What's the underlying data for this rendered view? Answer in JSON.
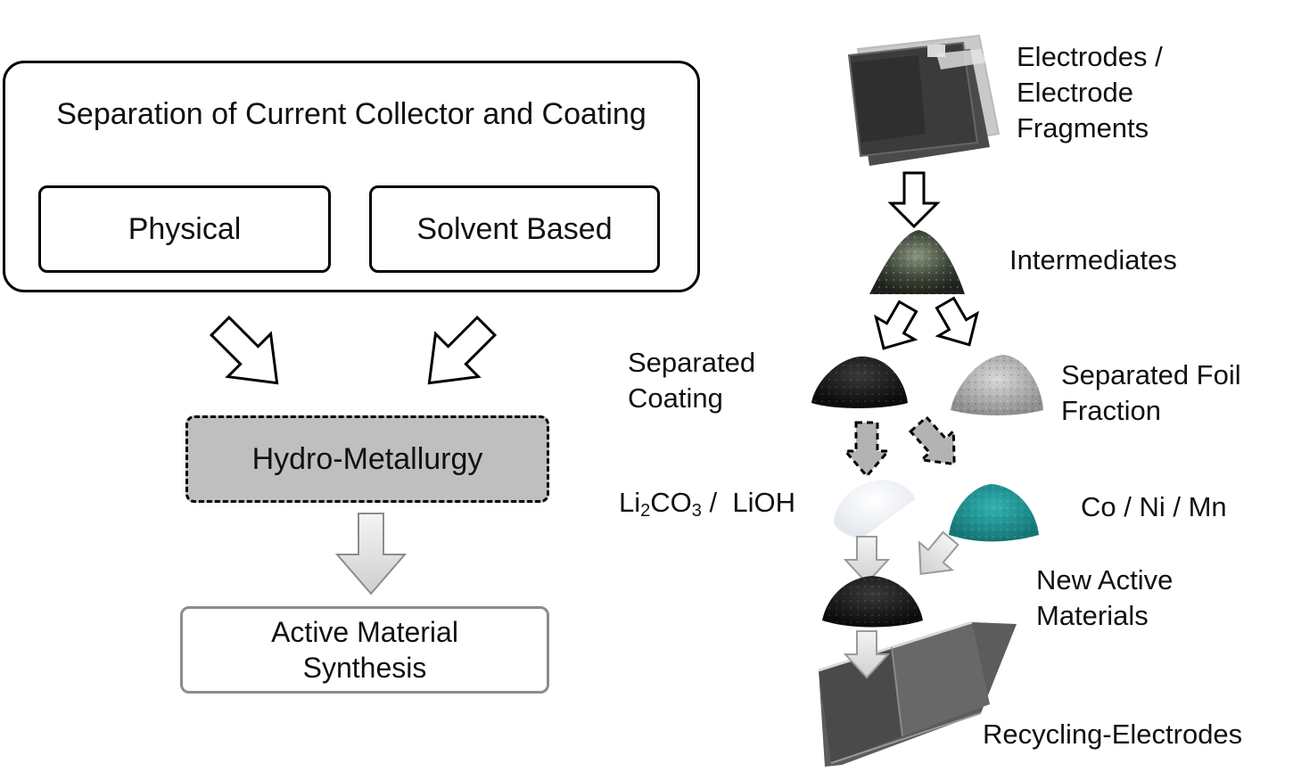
{
  "left": {
    "outer_title": "Separation of Current Collector and Coating",
    "physical": "Physical",
    "solvent": "Solvent Based",
    "hydro": "Hydro-Metallurgy",
    "synthesis_line1": "Active Material",
    "synthesis_line2": "Synthesis"
  },
  "right": {
    "electrodes": [
      "Electrodes  /",
      "Electrode",
      "Fragments"
    ],
    "intermediates": "Intermediates",
    "separated_coating": [
      "Separated",
      "Coating"
    ],
    "separated_foil": [
      "Separated  Foil",
      "Fraction"
    ],
    "li_parts": {
      "li": "Li",
      "sub2": "2",
      "co": "CO",
      "sub3": "3",
      "rest": " /  LiOH"
    },
    "metals": "Co / Ni / Mn",
    "new_active": [
      "New Active",
      "Materials"
    ],
    "recycling": "Recycling-Electrodes"
  },
  "colors": {
    "hydro_fill": "#bfbfbf",
    "synthesis_border": "#8c8c8c",
    "teal_powder": "#1c8f8f",
    "black_powder": "#141414",
    "foil_powder": "#a8a8a8"
  }
}
